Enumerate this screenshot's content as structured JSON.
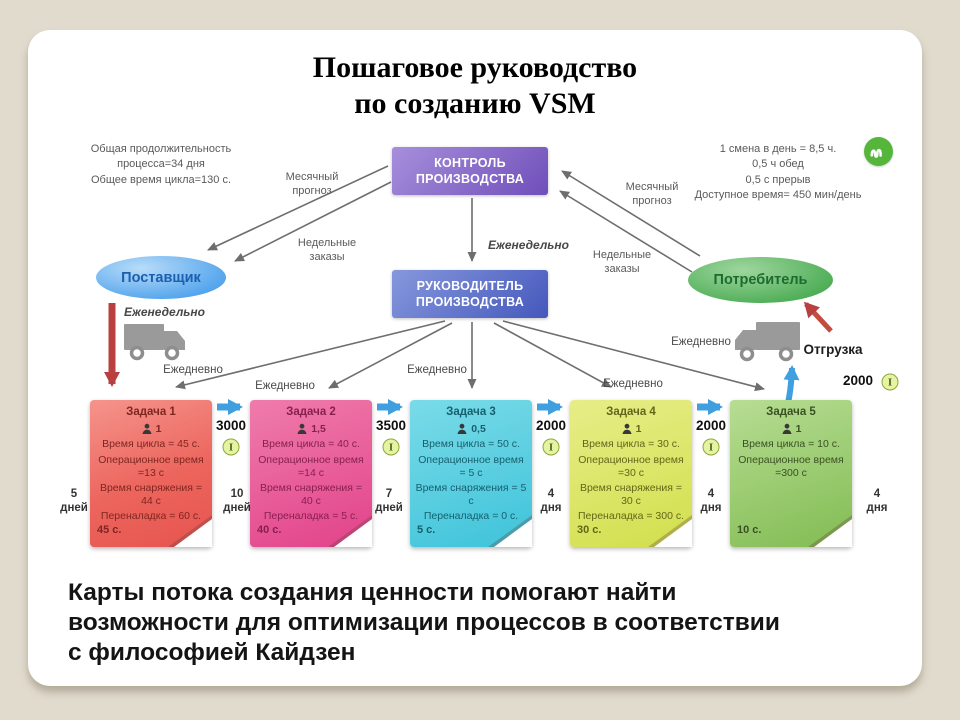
{
  "slide": {
    "title": "Пошаговое руководство\nпо созданию VSM",
    "footer": "Карты потока создания ценности помогают найти\nвозможности для оптимизации процессов в соответствии\nс философией Кайдзен"
  },
  "info_left": "Общая продолжительность\nпроцесса=34 дня\nОбщее время цикла=130 с.",
  "info_right": "1 смена в день = 8,5 ч.\n0,5 ч обед\n0,5 с прерыв\nДоступное время= 450 мин/день",
  "nodes": {
    "control": "КОНТРОЛЬ\nПРОИЗВОДСТВА",
    "manager": "РУКОВОДИТЕЛЬ\nПРОИЗВОДСТВА",
    "supplier": "Поставщик",
    "customer": "Потребитель"
  },
  "labels": {
    "monthly_forecast_left": "Месячный\nпрогноз",
    "monthly_forecast_right": "Месячный\nпрогноз",
    "weekly_orders_left": "Недельные\nзаказы",
    "weekly_orders_right": "Недельные\nзаказы",
    "weekly_center": "Еженедельно",
    "weekly_supplier": "Еженедельно",
    "daily_1": "Ежедневно",
    "daily_2": "Ежедневно",
    "daily_3": "Ежедневно",
    "daily_4": "Ежедневно",
    "daily_shipping": "Ежедневно",
    "shipping": "Отгрузка",
    "shipping_qty": "2000",
    "inv_symbol": "I"
  },
  "cards": [
    {
      "title": "Задача 1",
      "operators": "1",
      "fields": [
        "Время цикла = 45 с.",
        "Операционное время =13 с",
        "Время снаряжения = 44 с",
        "Переналадка = 60 с."
      ],
      "total": "45 с."
    },
    {
      "title": "Задача 2",
      "operators": "1,5",
      "fields": [
        "Время цикла = 40 с.",
        "Операционное время =14 с",
        "Время снаряжения = 40 с",
        "Переналадка = 5 с."
      ],
      "total": "40 с."
    },
    {
      "title": "Задача 3",
      "operators": "0,5",
      "fields": [
        "Время цикла = 50 с.",
        "Операционное время = 5 с",
        "Время снаряжения = 5 с",
        "Переналадка = 0 с."
      ],
      "total": "5 с."
    },
    {
      "title": "Задача 4",
      "operators": "1",
      "fields": [
        "Время цикла = 30 с.",
        "Операционное время =30 с",
        "Время снаряжения = 30 с",
        "Переналадка = 300 с."
      ],
      "total": "30 с."
    },
    {
      "title": "Задача 5",
      "operators": "1",
      "fields": [
        "Время цикла = 10 с.",
        "Операционное время =300 с"
      ],
      "total": "10 с."
    }
  ],
  "wip": {
    "lead_first": "5\nдней",
    "gaps": [
      {
        "qty": "3000",
        "days": "10\nдней"
      },
      {
        "qty": "3500",
        "days": "7\nдней"
      },
      {
        "qty": "2000",
        "days": "4\nдня"
      },
      {
        "qty": "2000",
        "days": "4\nдня"
      }
    ],
    "lead_last": "4\nдня"
  },
  "colors": {
    "background": "#e1dbce",
    "panel": "#ffffff",
    "control_box": "#7a57c0",
    "manager_box": "#5264c4",
    "supplier_oval": "#5aa8ee",
    "customer_oval": "#4fae57",
    "card1": "#ec655d",
    "card2": "#e2428a",
    "card3": "#3ec3da",
    "card4": "#d2df4c",
    "card5": "#82bc53",
    "flow_arrow": "#3f9fe0",
    "push_arrow": "#b84040",
    "inventory_badge": "#e7f2a2",
    "logo": "#56b63c"
  }
}
